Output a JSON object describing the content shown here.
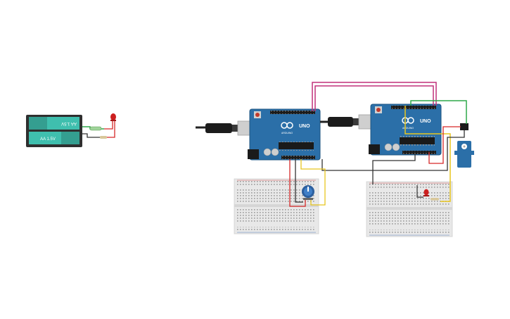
{
  "battery": {
    "cell_top_label": "AA 1.5V",
    "cell_bottom_label": "AA 1.5V"
  },
  "arduino_left": {
    "model_label": "UNO",
    "brand_label": "ARDUINO"
  },
  "arduino_right": {
    "model_label": "UNO",
    "brand_label": "ARDUINO"
  },
  "colors": {
    "board": "#2b6fa8",
    "board_dark": "#1f5580",
    "breadboard": "#e8e8e8",
    "battery_green": "#3fbfae",
    "wire_red": "#d62828",
    "wire_black": "#333333",
    "wire_magenta": "#c0307a",
    "wire_yellow": "#e8c51f",
    "wire_green": "#2ea84a",
    "led_red": "#cc1f1f"
  }
}
